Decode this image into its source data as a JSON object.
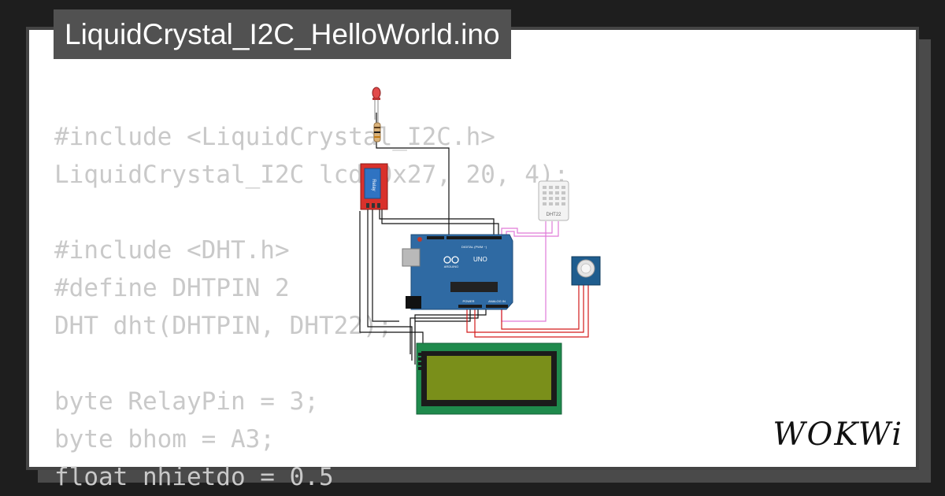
{
  "window": {
    "title": "LiquidCrystal_I2C_HelloWorld.ino"
  },
  "code": {
    "lines": [
      "#include <LiquidCrystal_I2C.h>",
      "LiquidCrystal_I2C lcd(0x27, 20, 4);",
      "",
      "#include <DHT.h>",
      "#define DHTPIN 2",
      "DHT dht(DHTPIN, DHT22);",
      "",
      "byte RelayPin = 3;",
      "byte bhom = A3;",
      "float nhietdo = 0.5"
    ]
  },
  "circuit": {
    "relay_label": "Relay",
    "sensor_label": "DHT22",
    "board_label": "UNO",
    "board_brand": "ARDUINO",
    "digital_label": "DIGITAL (PWM ~)",
    "power_label": "POWER",
    "analog_label": "ANALOG IN"
  },
  "brand": {
    "name": "WOKWi"
  },
  "colors": {
    "background": "#1e1e1e",
    "card": "#ffffff",
    "title_badge": "#515151",
    "code_text": "#c9c9c9",
    "board": "#2f6aa3",
    "lcd_pcb": "#1f8a4c",
    "lcd_screen": "#7a8f1a",
    "relay": "#d9312b",
    "wire_red": "#d31a1a",
    "wire_pink": "#e07ad8",
    "wire_black": "#111111"
  }
}
